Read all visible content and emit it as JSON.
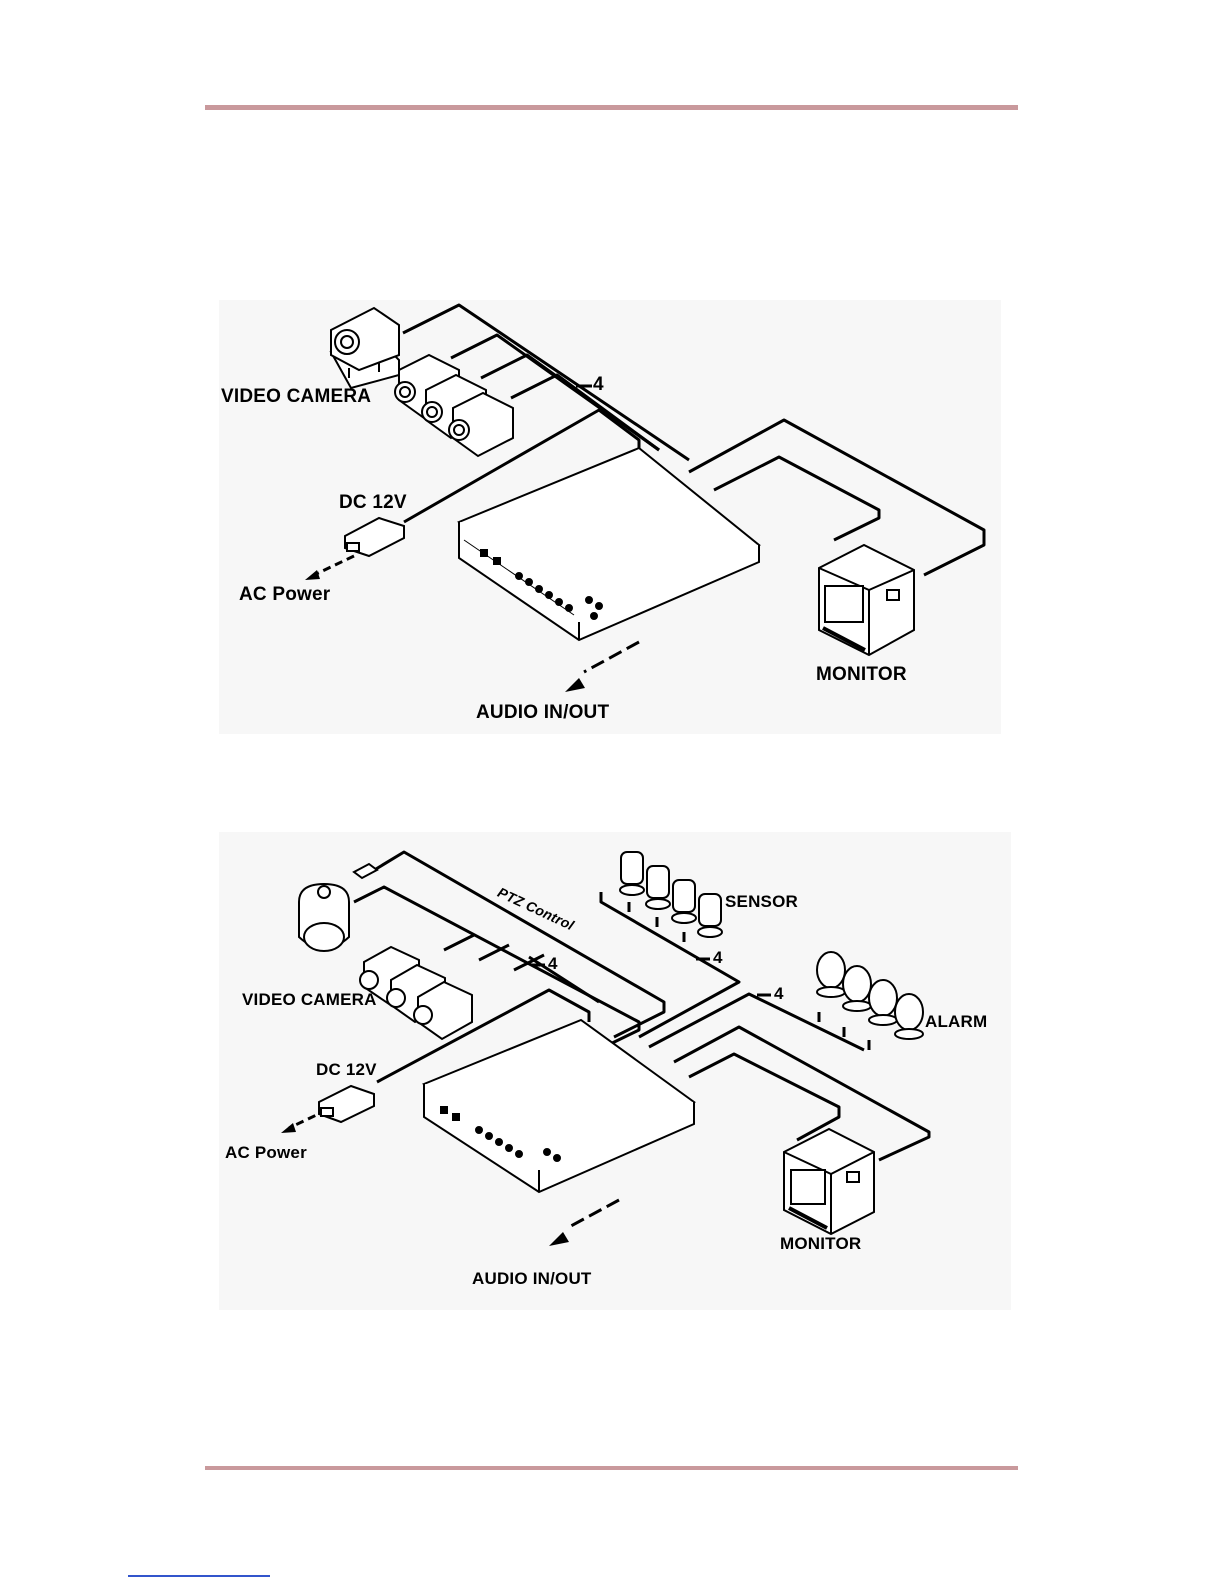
{
  "page": {
    "rule_color": "#c9999c",
    "link_color": "#3355cc"
  },
  "figure1": {
    "video_camera_label": "VIDEO CAMERA",
    "dc_label": "DC 12V",
    "ac_label": "AC Power",
    "monitor_label": "MONITOR",
    "audio_label": "AUDIO IN/OUT",
    "bus_count": "4"
  },
  "figure2": {
    "video_camera_label": "VIDEO CAMERA",
    "dc_label": "DC 12V",
    "ac_label": "AC Power",
    "monitor_label": "MONITOR",
    "audio_label": "AUDIO IN/OUT",
    "sensor_label": "SENSOR",
    "alarm_label": "ALARM",
    "ptz_label": "PTZ Control",
    "camera_bus_count": "4",
    "sensor_bus_count": "4",
    "alarm_bus_count": "4"
  }
}
